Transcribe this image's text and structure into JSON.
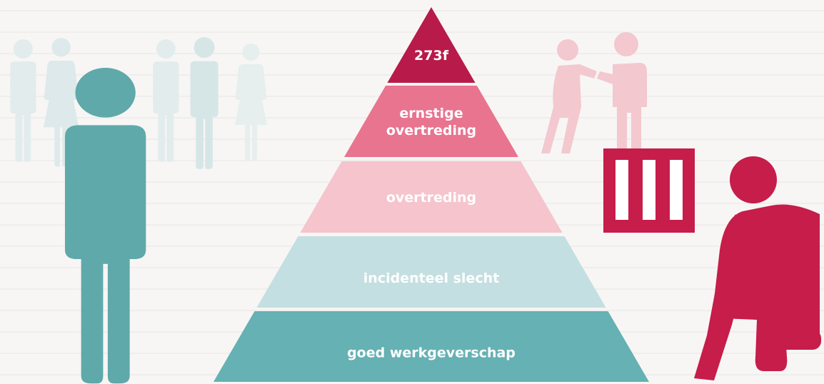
{
  "pyramid": {
    "levels": [
      {
        "label_lines": [
          "273f"
        ],
        "color": "#b81a4a",
        "text_color": "#ffffff"
      },
      {
        "label_lines": [
          "ernstige",
          "overtreding"
        ],
        "color": "#e8748f",
        "text_color": "#ffffff"
      },
      {
        "label_lines": [
          "overtreding"
        ],
        "color": "#f5c4cc",
        "text_color": "#ffffff"
      },
      {
        "label_lines": [
          "incidenteel slecht"
        ],
        "color": "#c4dfe1",
        "text_color": "#ffffff"
      },
      {
        "label_lines": [
          "goed werkgeverschap"
        ],
        "color": "#66b1b3",
        "text_color": "#ffffff"
      }
    ]
  },
  "colors": {
    "teal": "#5fa9aa",
    "teal_light": "#c8dedf",
    "pink_light": "#f3c8cf",
    "crimson": "#c61d4a"
  },
  "icons": [
    "crowd-icon",
    "standing-person-icon",
    "pushing-people-icon",
    "prison-bars-icon",
    "seated-person-icon"
  ]
}
